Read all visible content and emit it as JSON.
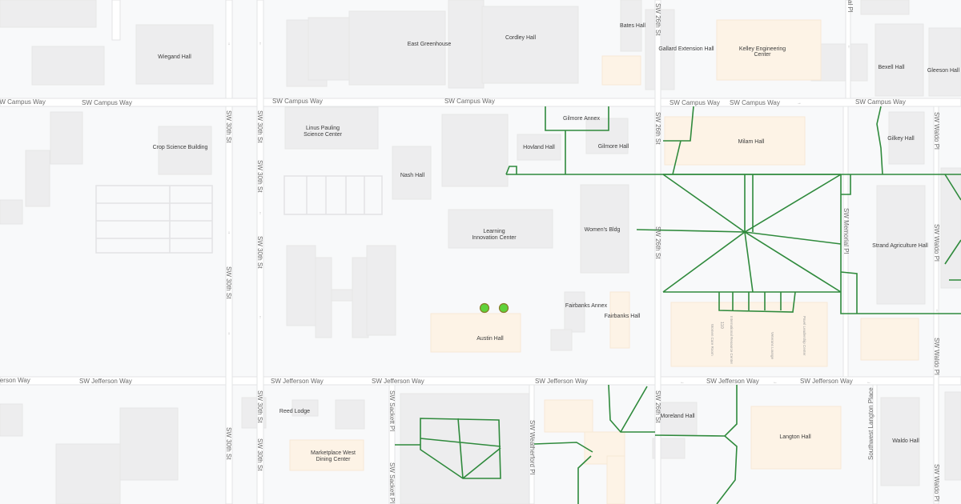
{
  "colors": {
    "background": "#f8f9fa",
    "building": "#ededee",
    "highlight_building": "#fdf3e6",
    "road": "#ffffff",
    "footpath": "#2f8a3c",
    "marker": "#5fd33a"
  },
  "streets": {
    "campus_way": "SW Campus Way",
    "jefferson_way": "SW Jefferson Way",
    "30th": "SW 30th St",
    "26th": "SW 26th St",
    "memorial": "SW Memorial Pl",
    "waldo": "SW Waldo Pl",
    "sackett": "SW Sackett Pl",
    "weatherford": "SW Weatherford Pl",
    "langton": "Southwest Langton Place",
    "top_partial": "al Pl"
  },
  "buildings": {
    "wiegand": "Wiegand Hall",
    "east_greenhouse": "East Greenhouse",
    "cordley": "Cordley Hall",
    "bates": "Bates Hall",
    "gallard": "Gallard Extension Hall",
    "kelley_1": "Kelley Engineering",
    "kelley_2": "Center",
    "bexell": "Bexell Hall",
    "gleeson": "Gleeson Hall",
    "linus_1": "Linus Pauling",
    "linus_2": "Science Center",
    "crop": "Crop Science Building",
    "nash": "Nash Hall",
    "gilmore_annex": "Gilmore Annex",
    "hovland": "Hovland Hall",
    "gilmore": "Gilmore Hall",
    "milam": "Milam Hall",
    "gilkey": "Gilkey Hall",
    "lic_1": "Learning",
    "lic_2": "Innovation Center",
    "womens": "Women's Bldg",
    "strand": "Strand Agriculture Hall",
    "fairbanks_annex": "Fairbanks Annex",
    "fairbanks": "Fairbanks Hall",
    "austin": "Austin Hall",
    "reed": "Reed Lodge",
    "marketplace_1": "Marketplace West",
    "marketplace_2": "Dining Center",
    "moreland": "Moreland Hall",
    "langton": "Langton Hall",
    "waldo": "Waldo Hall"
  },
  "mu_rooms": {
    "r110": "110",
    "women_care": "Women Care Room",
    "intl": "International Resource Center",
    "veterans": "Veterans Lounge",
    "pavel": "Pavel Leadership Center"
  },
  "markers": [
    {
      "name": "location-marker-1"
    },
    {
      "name": "location-marker-2"
    }
  ]
}
